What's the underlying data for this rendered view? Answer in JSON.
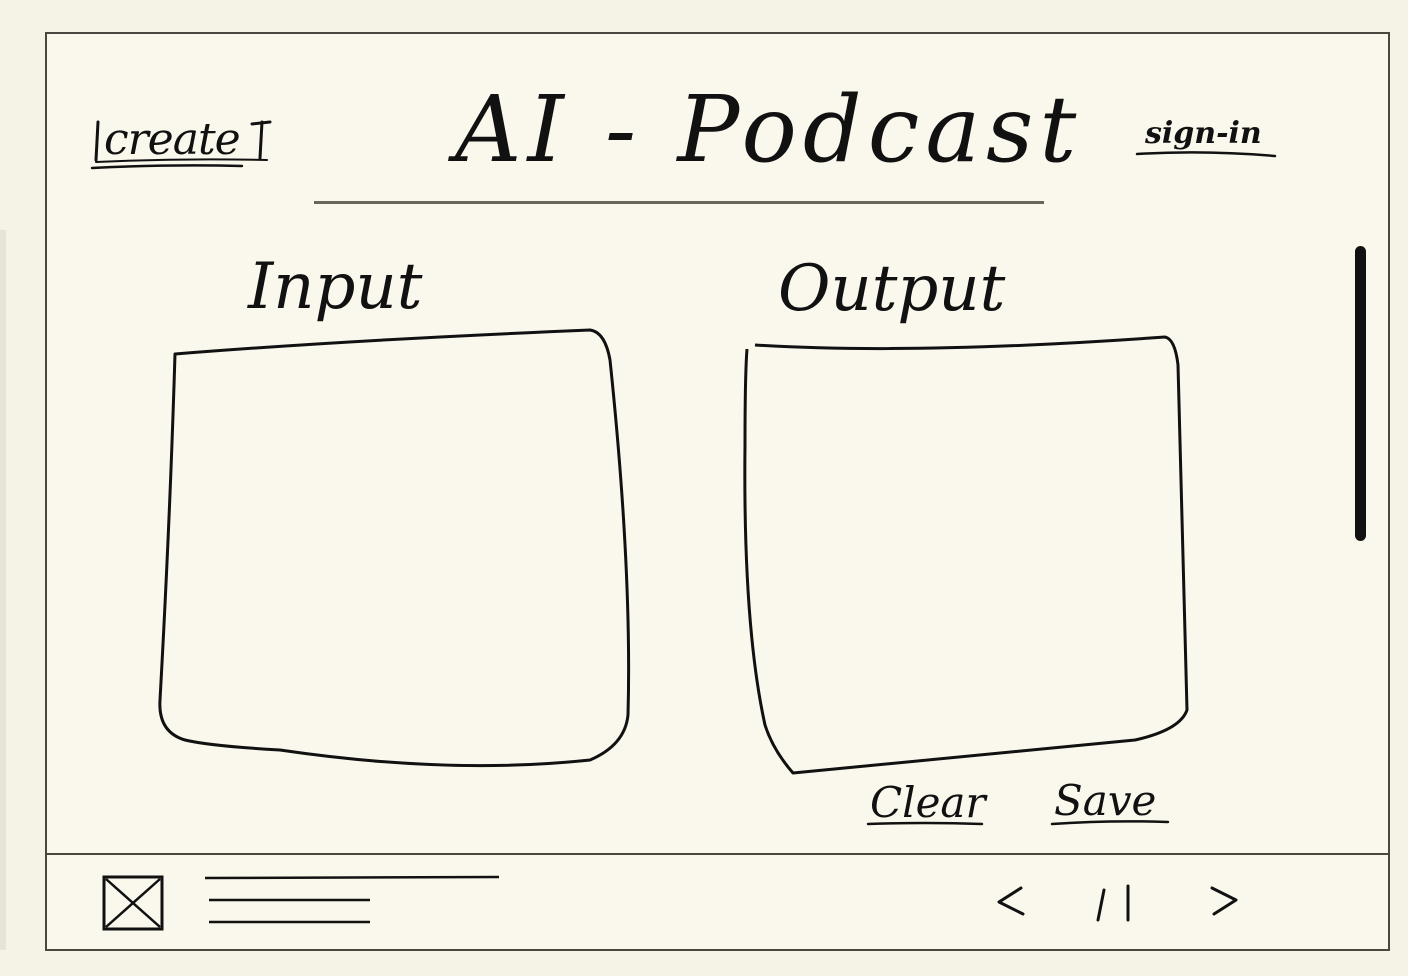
{
  "header": {
    "title": "AI - Podcast",
    "create_label": "create",
    "signin_label": "sign-in"
  },
  "panels": {
    "input_label": "Input",
    "output_label": "Output"
  },
  "actions": {
    "clear_label": "Clear",
    "save_label": "Save"
  },
  "footer": {
    "media_icon": "image-placeholder-icon",
    "controls": [
      "previous-icon",
      "pause-icon",
      "next-icon"
    ]
  },
  "colors": {
    "background": "#f5f2e6",
    "ink": "#111111",
    "rule": "#6a655c"
  }
}
